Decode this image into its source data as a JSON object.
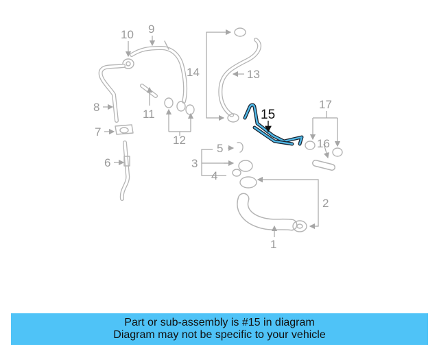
{
  "diagram": {
    "callouts": [
      "1",
      "2",
      "3",
      "4",
      "5",
      "6",
      "7",
      "8",
      "9",
      "10",
      "11",
      "12",
      "13",
      "14",
      "15",
      "16",
      "17"
    ],
    "highlighted_part": "15"
  },
  "banner": {
    "line1": "Part or sub-assembly is #15 in diagram",
    "line2": "Diagram may not be specific to your vehicle",
    "background_color": "#4fc3f7"
  },
  "colors": {
    "highlight": "#4fb9e8",
    "parts": "#b4b4b4"
  }
}
